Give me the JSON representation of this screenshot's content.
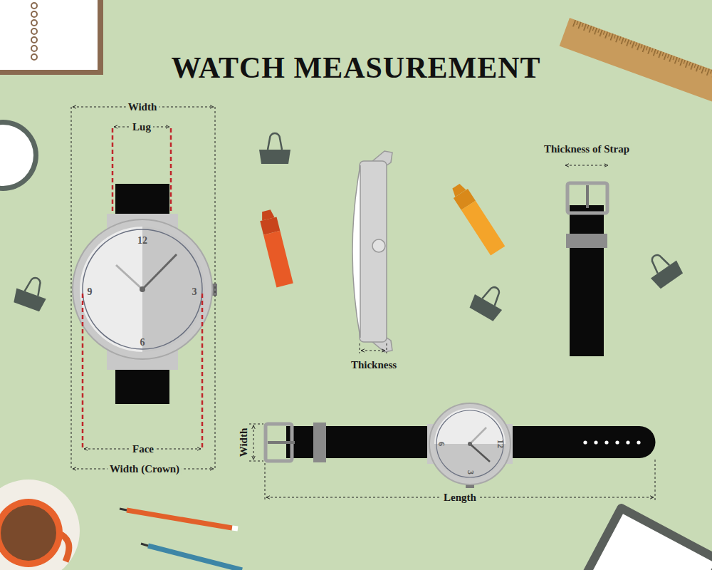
{
  "diagram": {
    "title": "WATCH MEASUREMENT",
    "labels": [
      "Width",
      "Lug",
      "Thickness of Strap",
      "12",
      "9",
      "3",
      "6",
      "Thickness",
      "Width",
      "6",
      "12",
      "3",
      "Face",
      "Width (Crown)",
      "Length"
    ]
  }
}
